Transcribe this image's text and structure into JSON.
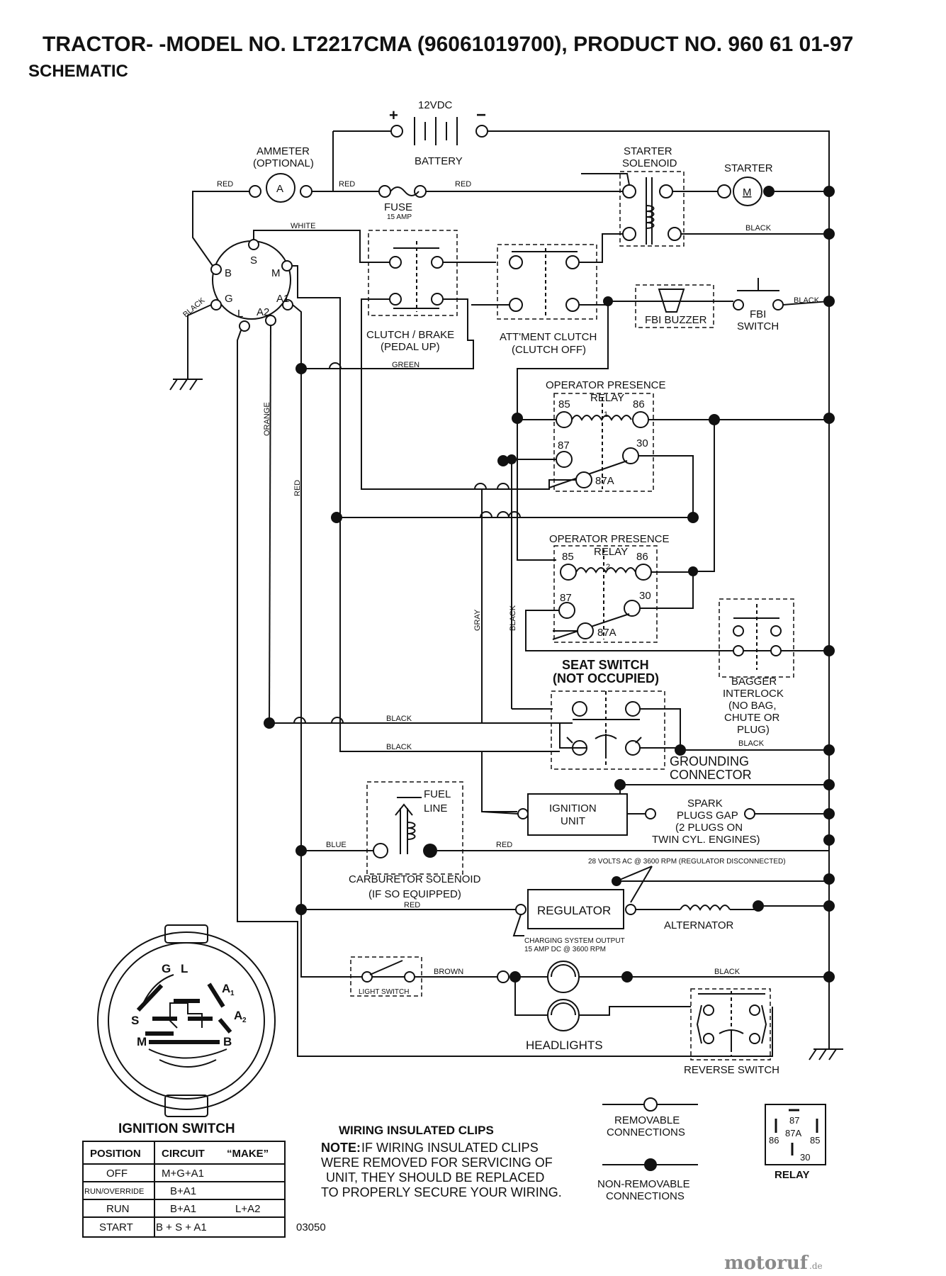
{
  "title": "TRACTOR- -MODEL NO. LT2217CMA (96061019700), PRODUCT NO. 960 61 01-97",
  "subtitle": "SCHEMATIC",
  "components": {
    "battery_voltage": "12VDC",
    "battery": "BATTERY",
    "ammeter": "AMMETER",
    "ammeter_opt": "(OPTIONAL)",
    "ammeter_symbol": "A",
    "fuse": "FUSE",
    "fuse_rating": "15 AMP",
    "starter_solenoid_1": "STARTER",
    "starter_solenoid_2": "SOLENOID",
    "starter": "STARTER",
    "starter_symbol": "M",
    "clutch_brake_1": "CLUTCH / BRAKE",
    "clutch_brake_2": "(PEDAL UP)",
    "attment_clutch_1": "ATT'MENT CLUTCH",
    "attment_clutch_2": "(CLUTCH OFF)",
    "fbi_buzzer": "FBI BUZZER",
    "fbi_switch_1": "FBI",
    "fbi_switch_2": "SWITCH",
    "opr1_title": "OPERATOR PRESENCE",
    "opr1_relay": "RELAY",
    "opr1_num": "1",
    "opr2_title": "OPERATOR PRESENCE",
    "opr2_relay": "RELAY",
    "opr2_num": "2",
    "pin_85": "85",
    "pin_86": "86",
    "pin_87": "87",
    "pin_30": "30",
    "pin_87a": "87A",
    "seat_switch_1": "SEAT SWITCH",
    "seat_switch_2": "(NOT OCCUPIED)",
    "bagger_1": "BAGGER",
    "bagger_2": "INTERLOCK",
    "bagger_3": "(NO BAG,",
    "bagger_4": "CHUTE OR",
    "bagger_5": "PLUG)",
    "grounding_1": "GROUNDING",
    "grounding_2": "CONNECTOR",
    "fuel_1": "FUEL",
    "fuel_2": "LINE",
    "ignition_unit_1": "IGNITION",
    "ignition_unit_2": "UNIT",
    "spark_1": "SPARK",
    "spark_2": "PLUGS GAP",
    "spark_3": "(2 PLUGS ON",
    "spark_4": "TWIN CYL. ENGINES)",
    "carb_1": "CARBURETOR SOLENOID",
    "carb_2": "(IF SO EQUIPPED)",
    "ac_note": "28 VOLTS AC @ 3600 RPM (REGULATOR DISCONNECTED)",
    "regulator": "REGULATOR",
    "alternator": "ALTERNATOR",
    "charging_1": "CHARGING SYSTEM OUTPUT",
    "charging_2": "15 AMP DC @ 3600 RPM",
    "light_switch": "LIGHT SWITCH",
    "headlights": "HEADLIGHTS",
    "reverse_switch": "REVERSE SWITCH",
    "term_b": "B",
    "term_s": "S",
    "term_m": "M",
    "term_g": "G",
    "term_a1": "A1",
    "term_l": "L",
    "term_a2": "A2"
  },
  "wires": {
    "red": "RED",
    "white": "WHITE",
    "black": "BLACK",
    "green": "GREEN",
    "orange": "ORANGE",
    "gray": "GRAY",
    "blue": "BLUE",
    "brown": "BROWN"
  },
  "ignition_switch": {
    "title": "IGNITION SWITCH",
    "headers": [
      "POSITION",
      "CIRCUIT",
      "“MAKE”"
    ],
    "rows": [
      [
        "OFF",
        "M+G+A1",
        ""
      ],
      [
        "RUN/OVERRIDE",
        "B+A1",
        ""
      ],
      [
        "RUN",
        "B+A1",
        "L+A2"
      ],
      [
        "START",
        "B + S + A1",
        ""
      ]
    ],
    "plug_letters": {
      "g": "G",
      "l": "L",
      "a1": "A",
      "a1_sub": "1",
      "a2": "A",
      "a2_sub": "2",
      "s": "S",
      "m": "M",
      "b": "B"
    }
  },
  "notes": {
    "clips_title": "WIRING INSULATED CLIPS",
    "note_label": "NOTE:",
    "note_line1": "IF WIRING INSULATED CLIPS",
    "note_line2": "WERE REMOVED FOR SERVICING OF",
    "note_line3": "UNIT, THEY SHOULD BE REPLACED",
    "note_line4": "TO PROPERLY SECURE YOUR WIRING."
  },
  "legend": {
    "removable_1": "REMOVABLE",
    "removable_2": "CONNECTIONS",
    "nonremovable_1": "NON-REMOVABLE",
    "nonremovable_2": "CONNECTIONS",
    "relay": "RELAY",
    "relay_87": "87",
    "relay_87a": "87A",
    "relay_86": "86",
    "relay_85": "85",
    "relay_30": "30"
  },
  "code": "03050",
  "watermark": {
    "name": "motoruf",
    "tld": ".de"
  }
}
